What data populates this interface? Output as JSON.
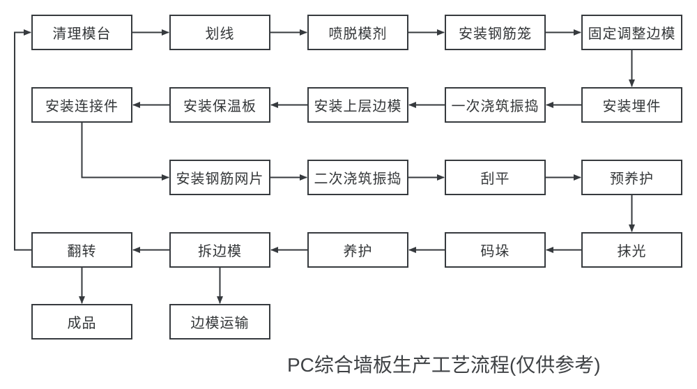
{
  "title": {
    "text": "PC综合墙板生产工艺流程(仅供参考)"
  },
  "diagram": {
    "colors": {
      "line": "#363a3e",
      "box_border": "#363a3e",
      "text": "#333638",
      "background": "#ffffff"
    },
    "nodes": [
      {
        "id": "clean-platform",
        "label": "清理模台",
        "row": 0,
        "col": 0
      },
      {
        "id": "marking",
        "label": "划线",
        "row": 0,
        "col": 1
      },
      {
        "id": "spray-release-agent",
        "label": "喷脱模剂",
        "row": 0,
        "col": 2
      },
      {
        "id": "install-rebar-cage",
        "label": "安装钢筋笼",
        "row": 0,
        "col": 3
      },
      {
        "id": "fix-adjust-side-forms",
        "label": "固定调整边模",
        "row": 0,
        "col": 4
      },
      {
        "id": "install-embedded-parts",
        "label": "安装埋件",
        "row": 1,
        "col": 4
      },
      {
        "id": "first-pour-vibrate",
        "label": "一次浇筑振捣",
        "row": 1,
        "col": 3
      },
      {
        "id": "install-upper-side-forms",
        "label": "安装上层边模",
        "row": 1,
        "col": 2
      },
      {
        "id": "install-insulation-board",
        "label": "安装保温板",
        "row": 1,
        "col": 1
      },
      {
        "id": "install-connectors",
        "label": "安装连接件",
        "row": 1,
        "col": 0
      },
      {
        "id": "install-rebar-mesh",
        "label": "安装钢筋网片",
        "row": 2,
        "col": 1
      },
      {
        "id": "second-pour-vibrate",
        "label": "二次浇筑振捣",
        "row": 2,
        "col": 2
      },
      {
        "id": "screeding",
        "label": "刮平",
        "row": 2,
        "col": 3
      },
      {
        "id": "pre-curing",
        "label": "预养护",
        "row": 2,
        "col": 4
      },
      {
        "id": "trowel-polish",
        "label": "抹光",
        "row": 3,
        "col": 4
      },
      {
        "id": "stacking",
        "label": "码垛",
        "row": 3,
        "col": 3
      },
      {
        "id": "curing",
        "label": "养护",
        "row": 3,
        "col": 2
      },
      {
        "id": "remove-side-forms",
        "label": "拆边模",
        "row": 3,
        "col": 1
      },
      {
        "id": "flip",
        "label": "翻转",
        "row": 3,
        "col": 0
      },
      {
        "id": "finished-product",
        "label": "成品",
        "row": 4,
        "col": 0
      },
      {
        "id": "side-form-transport",
        "label": "边模运输",
        "row": 4,
        "col": 1
      }
    ],
    "edges": [
      {
        "from": "clean-platform",
        "to": "marking",
        "type": "right"
      },
      {
        "from": "marking",
        "to": "spray-release-agent",
        "type": "right"
      },
      {
        "from": "spray-release-agent",
        "to": "install-rebar-cage",
        "type": "right"
      },
      {
        "from": "install-rebar-cage",
        "to": "fix-adjust-side-forms",
        "type": "right"
      },
      {
        "from": "fix-adjust-side-forms",
        "to": "install-embedded-parts",
        "type": "down"
      },
      {
        "from": "install-embedded-parts",
        "to": "first-pour-vibrate",
        "type": "left"
      },
      {
        "from": "first-pour-vibrate",
        "to": "install-upper-side-forms",
        "type": "left"
      },
      {
        "from": "install-upper-side-forms",
        "to": "install-insulation-board",
        "type": "left"
      },
      {
        "from": "install-insulation-board",
        "to": "install-connectors",
        "type": "left"
      },
      {
        "from": "install-connectors",
        "to": "install-rebar-mesh",
        "type": "elbow-down-right"
      },
      {
        "from": "install-rebar-mesh",
        "to": "second-pour-vibrate",
        "type": "right"
      },
      {
        "from": "second-pour-vibrate",
        "to": "screeding",
        "type": "right"
      },
      {
        "from": "screeding",
        "to": "pre-curing",
        "type": "right"
      },
      {
        "from": "pre-curing",
        "to": "trowel-polish",
        "type": "down"
      },
      {
        "from": "trowel-polish",
        "to": "stacking",
        "type": "left"
      },
      {
        "from": "stacking",
        "to": "curing",
        "type": "left"
      },
      {
        "from": "curing",
        "to": "remove-side-forms",
        "type": "left"
      },
      {
        "from": "remove-side-forms",
        "to": "flip",
        "type": "left"
      },
      {
        "from": "flip",
        "to": "finished-product",
        "type": "down"
      },
      {
        "from": "remove-side-forms",
        "to": "side-form-transport",
        "type": "down"
      },
      {
        "from": "flip",
        "to": "clean-platform",
        "type": "loop-left-up"
      }
    ]
  }
}
